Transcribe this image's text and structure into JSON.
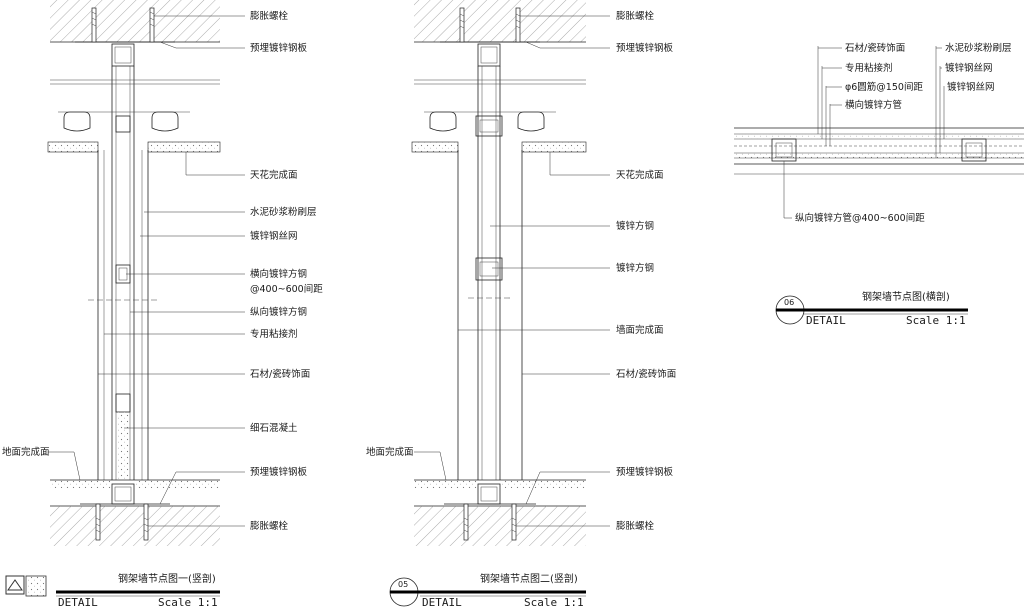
{
  "detail1": {
    "labels": [
      "膨胀螺栓",
      "预埋镀锌钢板",
      "天花完成面",
      "水泥砂浆粉刷层",
      "镀锌钢丝网",
      "横向镀锌方钢",
      "@400~600间距",
      "纵向镀锌方钢",
      "专用粘接剂",
      "石材/瓷砖饰面",
      "细石混凝土",
      "预埋镀锌钢板",
      "膨胀螺栓"
    ],
    "floor_label": "地面完成面",
    "title": "钢架墙节点图一(竖剖)",
    "detail_word": "DETAIL",
    "scale": "Scale 1:1"
  },
  "detail2": {
    "labels": [
      "膨胀螺栓",
      "预埋镀锌钢板",
      "天花完成面",
      "镀锌方钢",
      "镀锌方钢",
      "墙面完成面",
      "石材/瓷砖饰面",
      "预埋镀锌钢板",
      "膨胀螺栓"
    ],
    "floor_label": "地面完成面",
    "number": "05",
    "title": "钢架墙节点图二(竖剖)",
    "detail_word": "DETAIL",
    "scale": "Scale 1:1"
  },
  "detail3": {
    "labels_left": [
      "石材/瓷砖饰面",
      "专用粘接剂",
      "φ6圆筋@150间距",
      "横向镀锌方管"
    ],
    "labels_right": [
      "水泥砂浆粉刷层",
      "镀锌钢丝网",
      "镀锌钢丝网"
    ],
    "bottom_label": "纵向镀锌方管@400~600间距",
    "number": "06",
    "title": "钢架墙节点图(横剖)",
    "detail_word": "DETAIL",
    "scale": "Scale 1:1"
  }
}
